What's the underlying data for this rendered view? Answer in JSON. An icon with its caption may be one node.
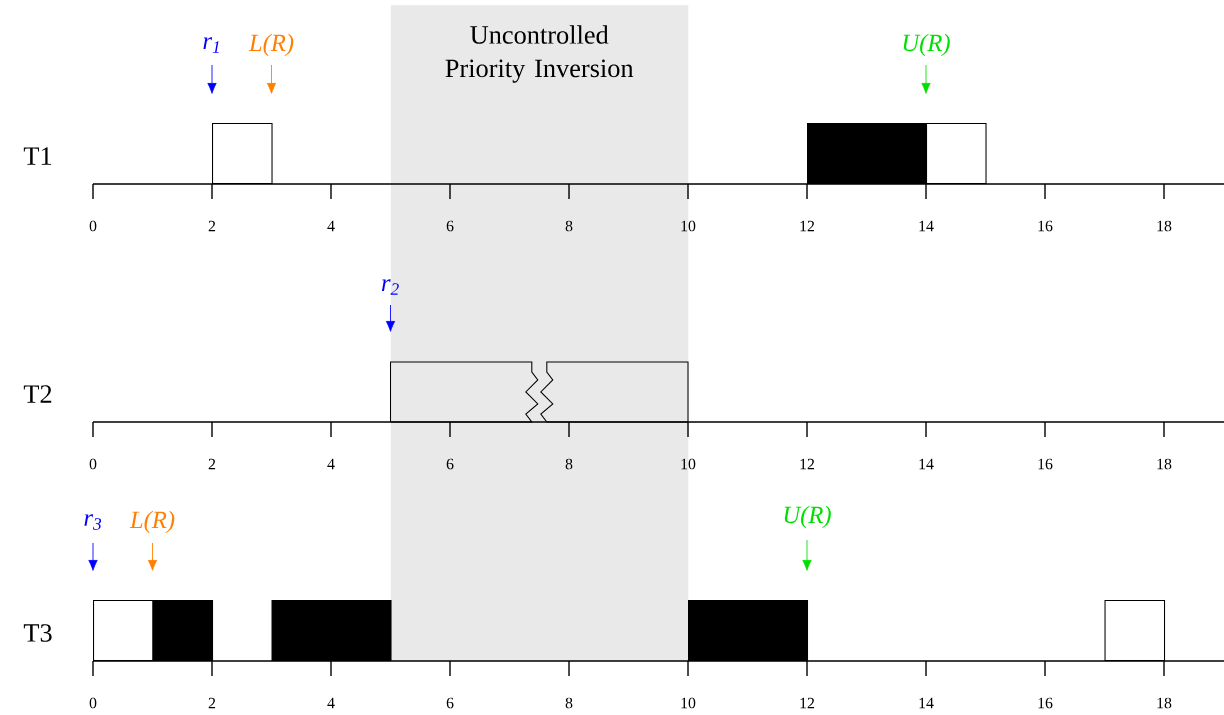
{
  "diagram": {
    "nodes": [
      {
        "text": [
          "Uncontrolled Priority Inversion"
        ]
      },
      {
        "text": [],
        "shape": "bar"
      },
      {
        "text": [],
        "shape": "bar"
      },
      {
        "text": [],
        "shape": "bar"
      },
      {
        "text": [],
        "shape": "bar",
        "in": 0
      },
      {
        "text": [],
        "shape": "bar"
      },
      {
        "text": [],
        "shape": "bar"
      },
      {
        "text": [],
        "shape": "bar"
      },
      {
        "text": [],
        "shape": "bar"
      },
      {
        "text": [],
        "shape": "bar"
      }
    ],
    "labels": [
      "r$_{1}$",
      "L(R)",
      "U(R)",
      "T1",
      "0",
      "2",
      "4",
      "6",
      "8",
      "10",
      "12",
      "14",
      "16",
      "18",
      "r$_{2}$",
      "T2",
      "0",
      "2",
      "4",
      "6",
      "8",
      "10",
      "12",
      "14",
      "16",
      "18",
      "r$_{3}$",
      "L(R)",
      "U(R)",
      "T3",
      "0",
      "2",
      "4",
      "6",
      "8",
      "10",
      "12",
      "14",
      "16",
      "18"
    ]
  }
}
